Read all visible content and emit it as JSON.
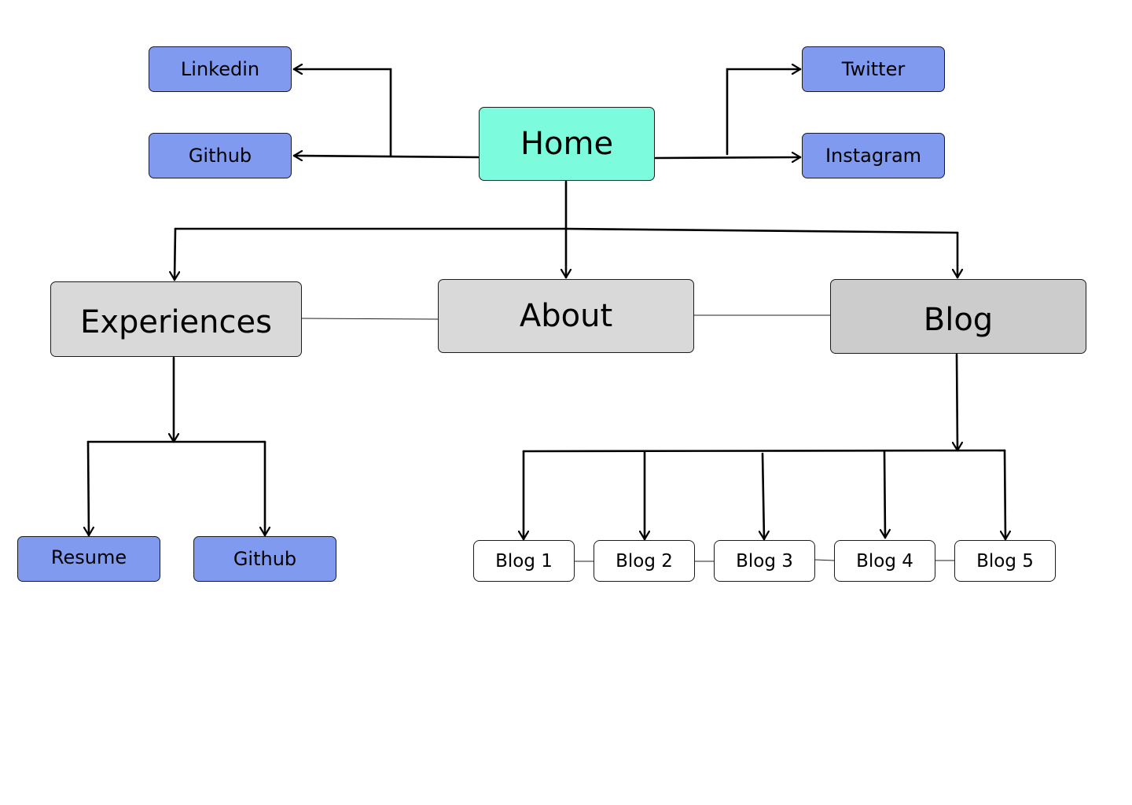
{
  "home": {
    "label": "Home"
  },
  "social": {
    "linkedin": "Linkedin",
    "github": "Github",
    "twitter": "Twitter",
    "instagram": "Instagram"
  },
  "sections": {
    "experiences": "Experiences",
    "about": "About",
    "blog": "Blog"
  },
  "experiences_children": {
    "resume": "Resume",
    "github": "Github"
  },
  "blog_posts": [
    "Blog 1",
    "Blog 2",
    "Blog 3",
    "Blog 4",
    "Blog 5"
  ],
  "colors": {
    "home": "#7cfcdd",
    "social": "#7f9aef",
    "section": "#d9d9d9",
    "blog_section": "#cccccc",
    "post": "#ffffff",
    "line": "#000000"
  }
}
